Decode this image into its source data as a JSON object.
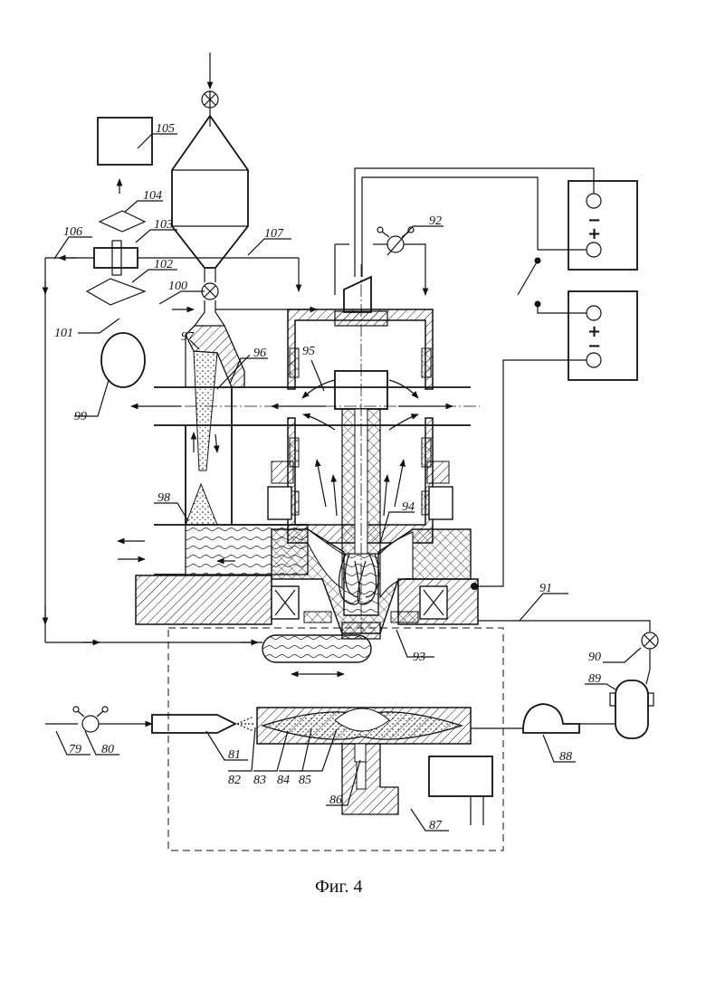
{
  "caption": "Фиг. 4",
  "labels": {
    "l79": "79",
    "l80": "80",
    "l81": "81",
    "l82": "82",
    "l83": "83",
    "l84": "84",
    "l85": "85",
    "l86": "86",
    "l87": "87",
    "l88": "88",
    "l89": "89",
    "l90": "90",
    "l91": "91",
    "l92": "92",
    "l93": "93",
    "l94": "94",
    "l95": "95",
    "l96": "96",
    "l97": "97",
    "l98": "98",
    "l99": "99",
    "l100": "100",
    "l101": "101",
    "l102": "102",
    "l103": "103",
    "l104": "104",
    "l105": "105",
    "l106": "106",
    "l107": "107"
  },
  "polarity": {
    "plus": "+",
    "minus": "−"
  }
}
